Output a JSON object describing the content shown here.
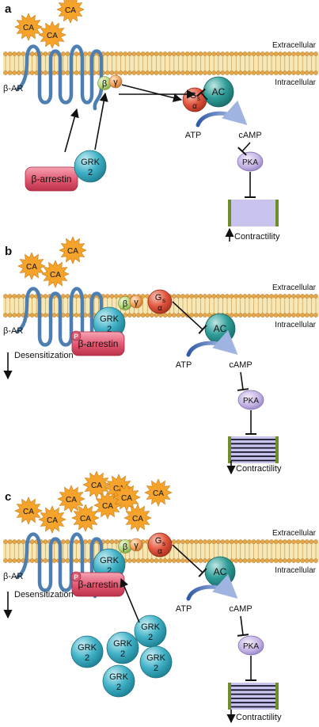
{
  "colors": {
    "membrane_head": "#e6a64a",
    "membrane_core": "#f6e7b6",
    "receptor": "#4e7fb3",
    "arrestin": "#e2566f",
    "grk": "#3fb1c6",
    "ac": "#2f9c97",
    "gs": "#e2553f",
    "beta": "#b7d77a",
    "gamma": "#f2a45f",
    "pka": "#c2b1e3",
    "sarcomere": "#c8c4ee",
    "sarcomere_edge": "#6f8d2a",
    "phospho": "#e2566f",
    "ca_star": "#f5a32a"
  },
  "panels": [
    {
      "letter": "a",
      "extracellular": "Extracellular",
      "intracellular": "Intracellular",
      "receptor_label": "β-AR",
      "ca_labels": [
        "CA",
        "CA",
        "CA"
      ],
      "beta": "β",
      "gamma": "γ",
      "gs_main": "G",
      "gs_sub": "s",
      "gs_alpha": "α",
      "ac": "AC",
      "atp": "ATP",
      "camp": "cAMP",
      "pka": "PKA",
      "arrestin": "β-arrestin",
      "grk_line1": "GRK",
      "grk_line2": "2",
      "contractility": "Contractility"
    },
    {
      "letter": "b",
      "extracellular": "Extracellular",
      "intracellular": "Intracellular",
      "receptor_label": "β-AR",
      "ca_labels": [
        "CA",
        "CA",
        "CA"
      ],
      "beta": "β",
      "gamma": "γ",
      "gs_main": "G",
      "gs_sub": "s",
      "gs_alpha": "α",
      "ac": "AC",
      "atp": "ATP",
      "camp": "cAMP",
      "pka": "PKA",
      "arrestin": "β-arrestin",
      "grk_line1": "GRK",
      "grk_line2": "2",
      "phospho": "P",
      "desensitization": "Desensitization",
      "contractility": "Contractility"
    },
    {
      "letter": "c",
      "extracellular": "Extracellular",
      "intracellular": "Intracellular",
      "receptor_label": "β-AR",
      "ca_labels": [
        "CA",
        "CA",
        "CA",
        "CA",
        "CA",
        "CA",
        "CA",
        "CA",
        "CA",
        "CA"
      ],
      "beta": "β",
      "gamma": "γ",
      "gs_main": "G",
      "gs_sub": "s",
      "gs_alpha": "α",
      "ac": "AC",
      "atp": "ATP",
      "camp": "cAMP",
      "pka": "PKA",
      "arrestin": "β-arrestin",
      "grk_line1": "GRK",
      "grk_line2": "2",
      "phospho": "P",
      "desensitization": "Desensitization",
      "contractility": "Contractility",
      "free_grk_count": 5
    }
  ]
}
